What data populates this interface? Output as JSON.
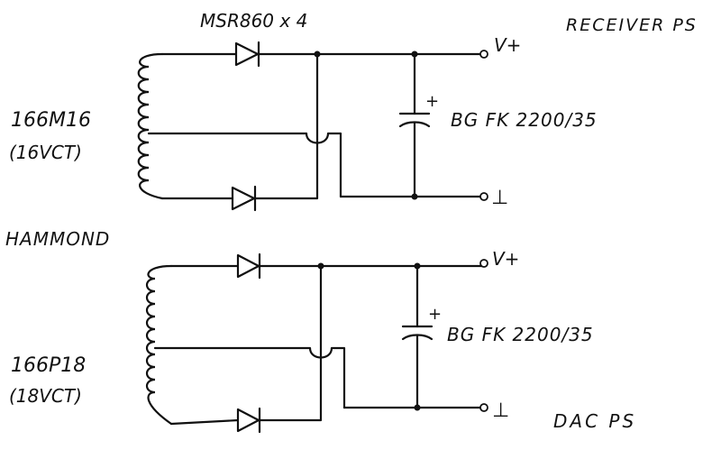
{
  "diode_label": "MSR860 x 4",
  "receiver": {
    "title": "RECEIVER PS",
    "transformer_model": "166M16",
    "transformer_rating": "(16VCT)",
    "capacitor": "BG FK 2200/35",
    "cap_polarity": "+",
    "out_positive": "V+",
    "out_ground": "⊥"
  },
  "brand": "HAMMOND",
  "dac": {
    "title": "DAC PS",
    "transformer_model": "166P18",
    "transformer_rating": "(18VCT)",
    "capacitor": "BG FK 2200/35",
    "cap_polarity": "+",
    "out_positive": "V+",
    "out_ground": "⊥"
  }
}
